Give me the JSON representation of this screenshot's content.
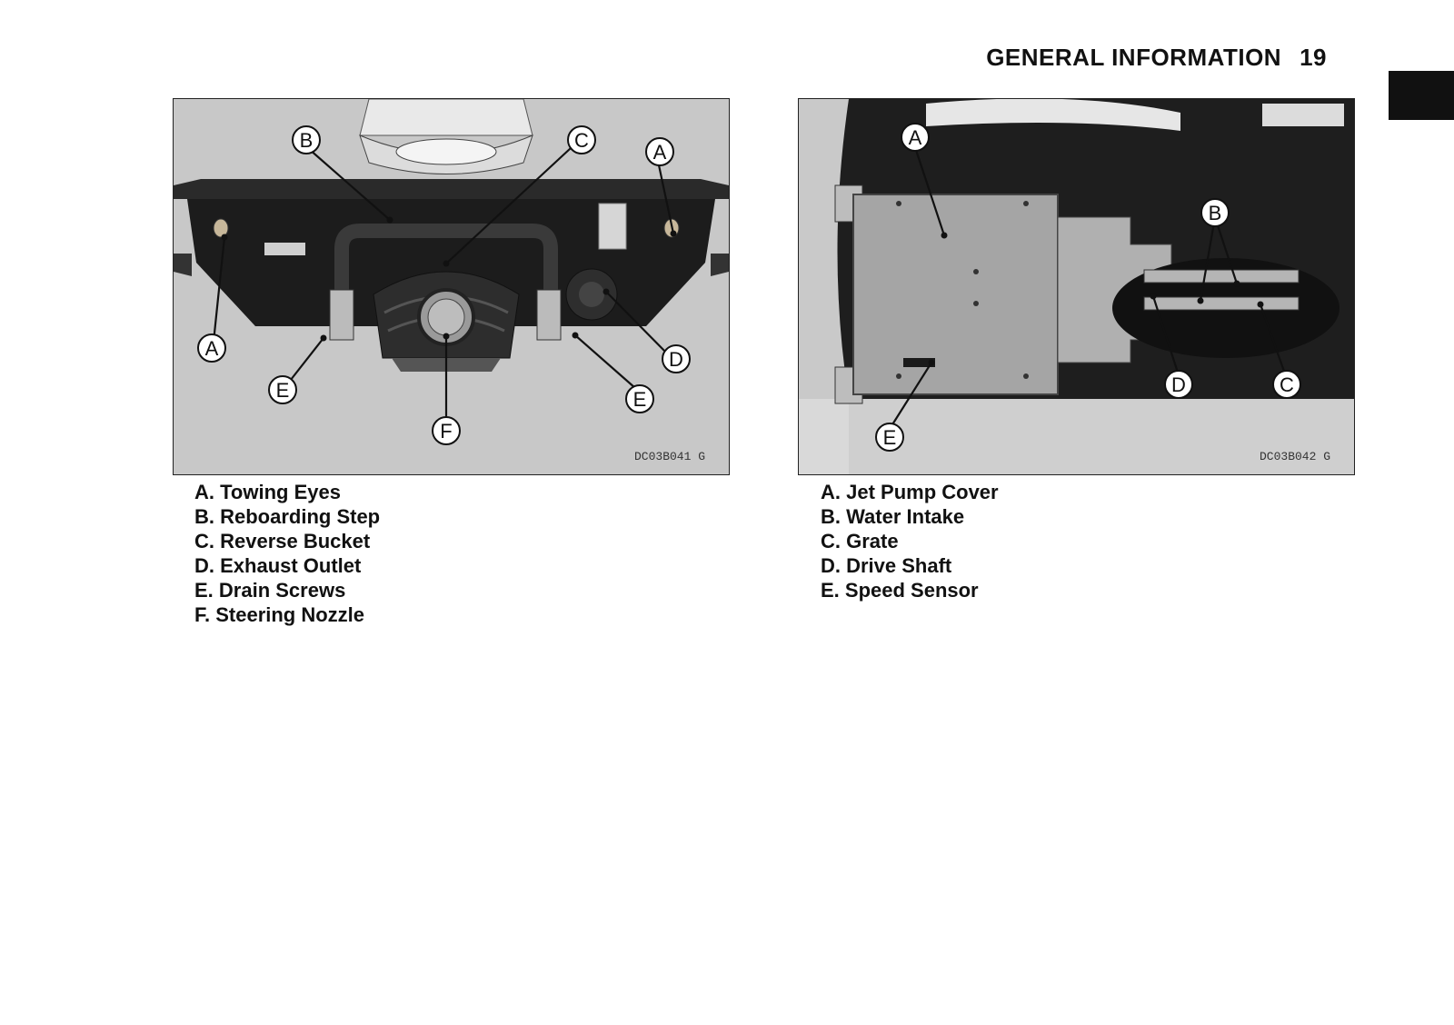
{
  "header": {
    "section": "GENERAL INFORMATION",
    "page_number": "19"
  },
  "figure1": {
    "code": "DC03B041  G",
    "callouts": {
      "a": "A",
      "b": "B",
      "c": "C",
      "d": "D",
      "e": "E",
      "f": "F"
    },
    "legend": [
      "A. Towing Eyes",
      "B. Reboarding Step",
      "C. Reverse Bucket",
      "D. Exhaust Outlet",
      "E. Drain Screws",
      "F. Steering Nozzle"
    ]
  },
  "figure2": {
    "code": "DC03B042  G",
    "callouts": {
      "a": "A",
      "b": "B",
      "c": "C",
      "d": "D",
      "e": "E"
    },
    "legend": [
      "A. Jet Pump Cover",
      "B. Water Intake",
      "C. Grate",
      "D. Drive Shaft",
      "E. Speed Sensor"
    ]
  }
}
